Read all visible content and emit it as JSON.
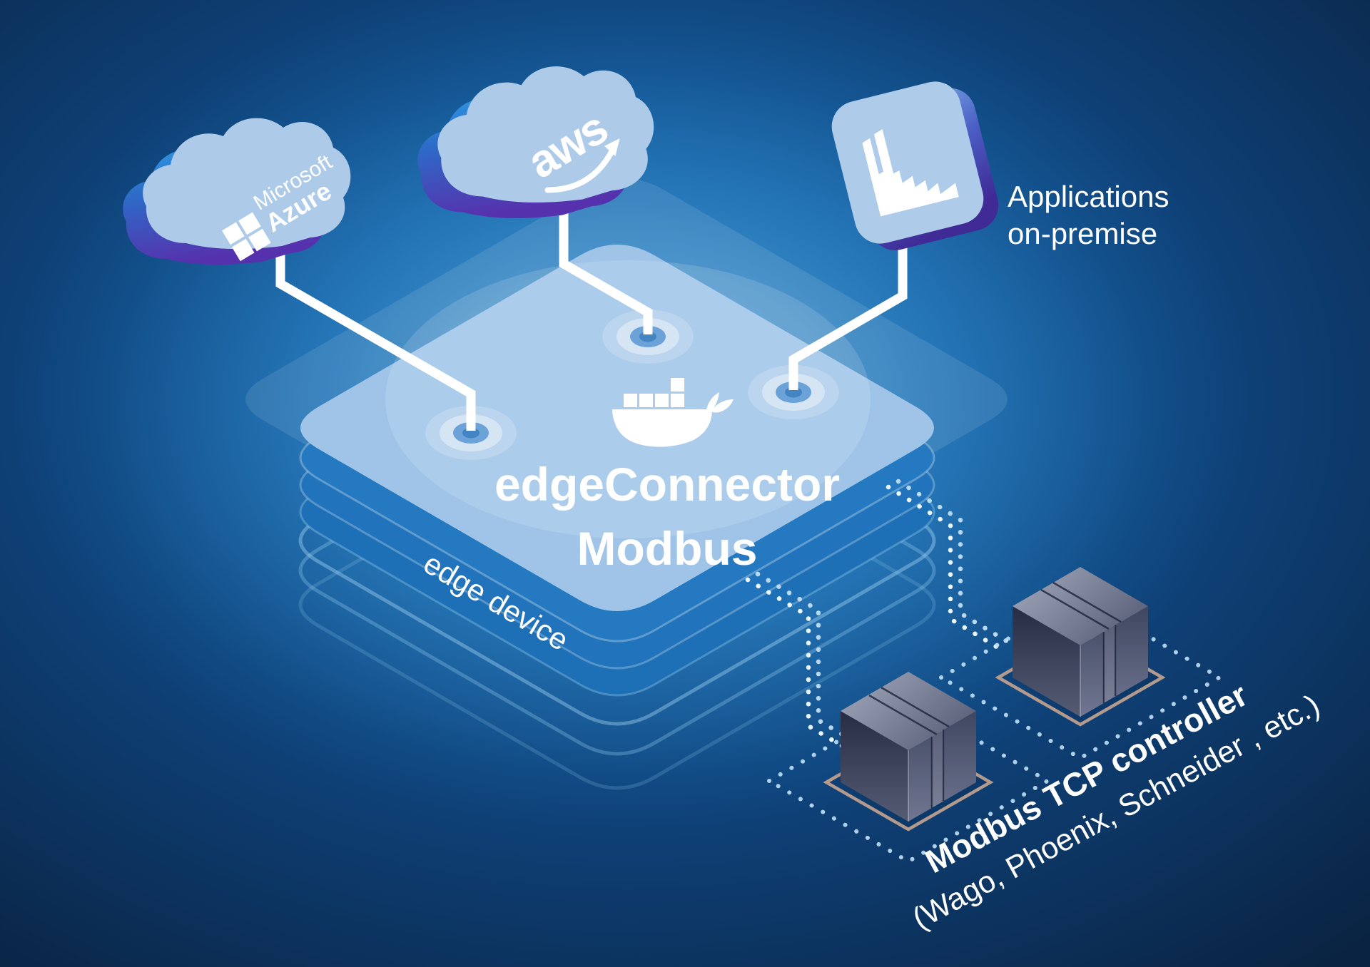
{
  "diagram": {
    "clouds": {
      "azure": {
        "brand": "Microsoft",
        "product": "Azure"
      },
      "aws": {
        "label": "aws"
      }
    },
    "onpremise": {
      "line1": "Applications",
      "line2": "on-premise"
    },
    "platform": {
      "title_line1": "edgeConnector",
      "title_line2": "Modbus",
      "device_label": "edge device"
    },
    "controllers": {
      "title": "Modbus TCP controller",
      "subtitle": "(Wago, Phoenix, Schneider , etc.)"
    },
    "colors": {
      "background_dark": "#0a2342",
      "background_glow": "#3e96d3",
      "platform_face": "#9fc4e8",
      "platform_slab": "#1d6fb6",
      "cloud_face": "#adcbe9",
      "cloud_edge_top": "#2fa9ef",
      "cloud_edge_bottom": "#5631ae",
      "cube_dark": "#272d45",
      "pad_outline": "#b49a8c",
      "dot_line": "#d6eafb",
      "text": "#ffffff"
    }
  }
}
